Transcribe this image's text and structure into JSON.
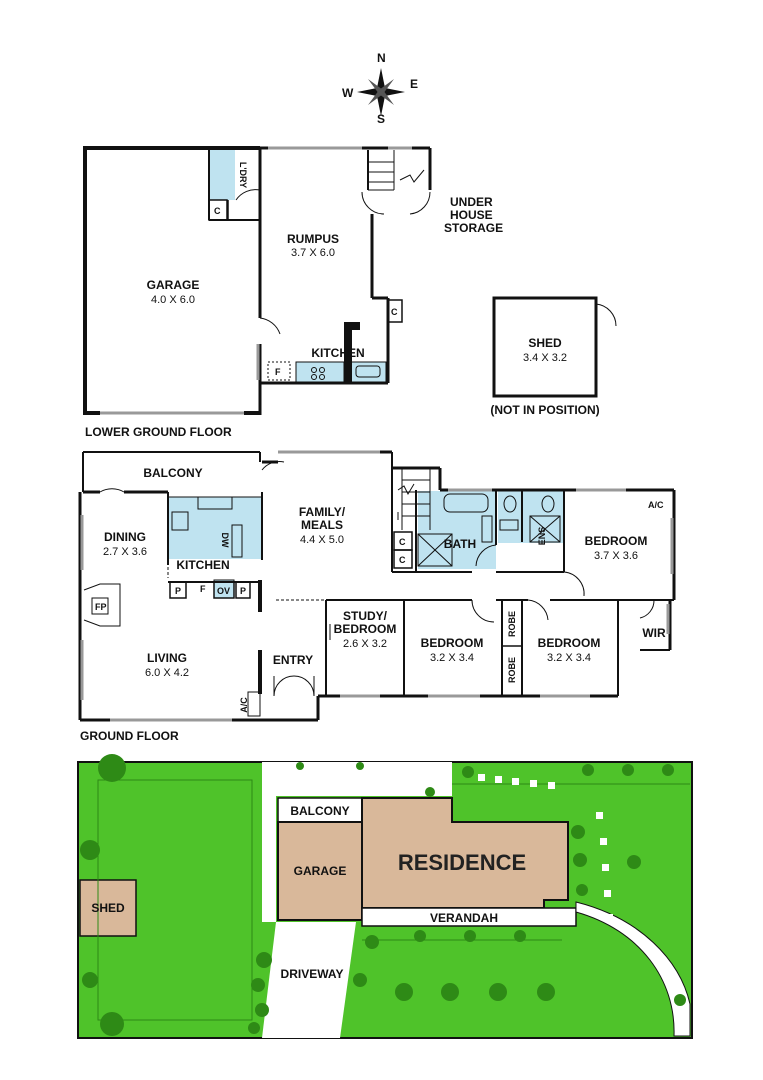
{
  "compass": {
    "n": "N",
    "e": "E",
    "s": "S",
    "w": "W"
  },
  "lower": {
    "title": "LOWER GROUND FLOOR",
    "garage": {
      "name": "GARAGE",
      "dim": "4.0 X 6.0"
    },
    "rumpus": {
      "name": "RUMPUS",
      "dim": "3.7 X 6.0"
    },
    "laundry": "L'DRY",
    "kitchen": "KITCHEN",
    "under": [
      "UNDER",
      "HOUSE",
      "STORAGE"
    ],
    "c": "C",
    "f": "F"
  },
  "shed": {
    "name": "SHED",
    "dim": "3.4 X 3.2",
    "note": "(NOT IN POSITION)"
  },
  "ground": {
    "title": "GROUND FLOOR",
    "balcony": "BALCONY",
    "dining": {
      "name": "DINING",
      "dim": "2.7 X 3.6"
    },
    "kitchen": "KITCHEN",
    "family": {
      "name1": "FAMILY/",
      "name2": "MEALS",
      "dim": "4.4 X 5.0"
    },
    "living": {
      "name": "LIVING",
      "dim": "6.0 X 4.2"
    },
    "entry": "ENTRY",
    "study": {
      "name1": "STUDY/",
      "name2": "BEDROOM",
      "dim": "2.6 X 3.2"
    },
    "bed2": {
      "name": "BEDROOM",
      "dim": "3.2 X 3.4"
    },
    "bed3": {
      "name": "BEDROOM",
      "dim": "3.2 X 3.4"
    },
    "bed1": {
      "name": "BEDROOM",
      "dim": "3.7 X 3.6"
    },
    "bath": "BATH",
    "ens": "ENS",
    "wir": "WIR",
    "robe": "ROBE",
    "fp": "FP",
    "ac": "A/C",
    "dw": "DW",
    "ov": "OV",
    "p": "P",
    "c": "C",
    "f": "F"
  },
  "site": {
    "balcony": "BALCONY",
    "garage": "GARAGE",
    "residence": "RESIDENCE",
    "verandah": "VERANDAH",
    "driveway": "DRIVEWAY",
    "shed": "SHED"
  },
  "colors": {
    "wet": "#bfe3f0",
    "lawn": "#4fc32a",
    "building": "#d9b89a",
    "wall": "#111111"
  }
}
